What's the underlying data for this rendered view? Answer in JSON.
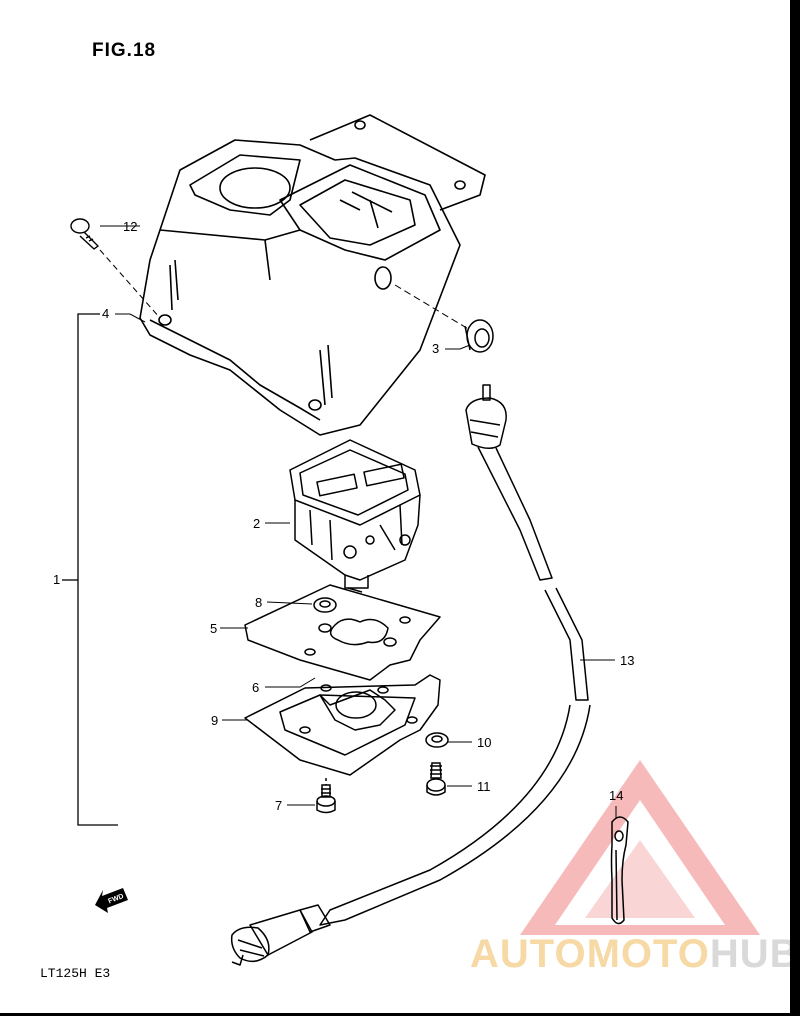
{
  "figure": {
    "title": "FIG.18",
    "model_code": "LT125H E3",
    "fwd_label": "FWD"
  },
  "callouts": [
    {
      "number": "1"
    },
    {
      "number": "2"
    },
    {
      "number": "3"
    },
    {
      "number": "4"
    },
    {
      "number": "5"
    },
    {
      "number": "6"
    },
    {
      "number": "7"
    },
    {
      "number": "8"
    },
    {
      "number": "9"
    },
    {
      "number": "10"
    },
    {
      "number": "11"
    },
    {
      "number": "12"
    },
    {
      "number": "13"
    },
    {
      "number": "14"
    }
  ],
  "watermark": {
    "part1": "AUTOMOTO",
    "part2": "HUB",
    "color_primary": "#f28a8a",
    "color_text1": "#f6d9a4",
    "color_text2": "#d9d9d9"
  }
}
